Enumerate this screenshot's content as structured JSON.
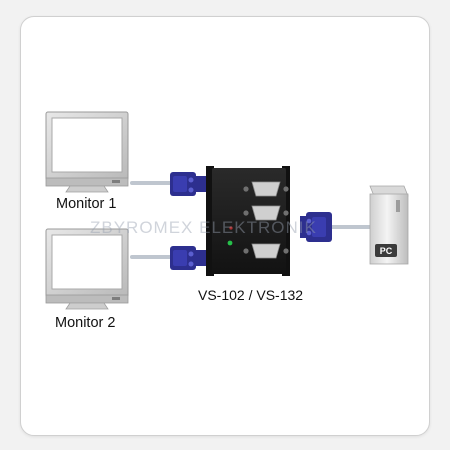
{
  "labels": {
    "monitor_1": "Monitor 1",
    "monitor_2": "Monitor 2",
    "model": "VS-102 / VS-132",
    "pc_badge": "PC"
  },
  "watermark": "ZBYROMEX ELEKTRONIK",
  "colors": {
    "connector_blue": "#2d2f8f",
    "splitter_body": "#1c1c1c",
    "power_led": "#26c04a",
    "monitor_frame": "#d6d6d6",
    "screen": "#ffffff",
    "pc_case": "#e4e4e4"
  },
  "icons": [
    "monitor-icon",
    "vga-connector-icon",
    "video-splitter-icon",
    "pc-tower-icon"
  ]
}
